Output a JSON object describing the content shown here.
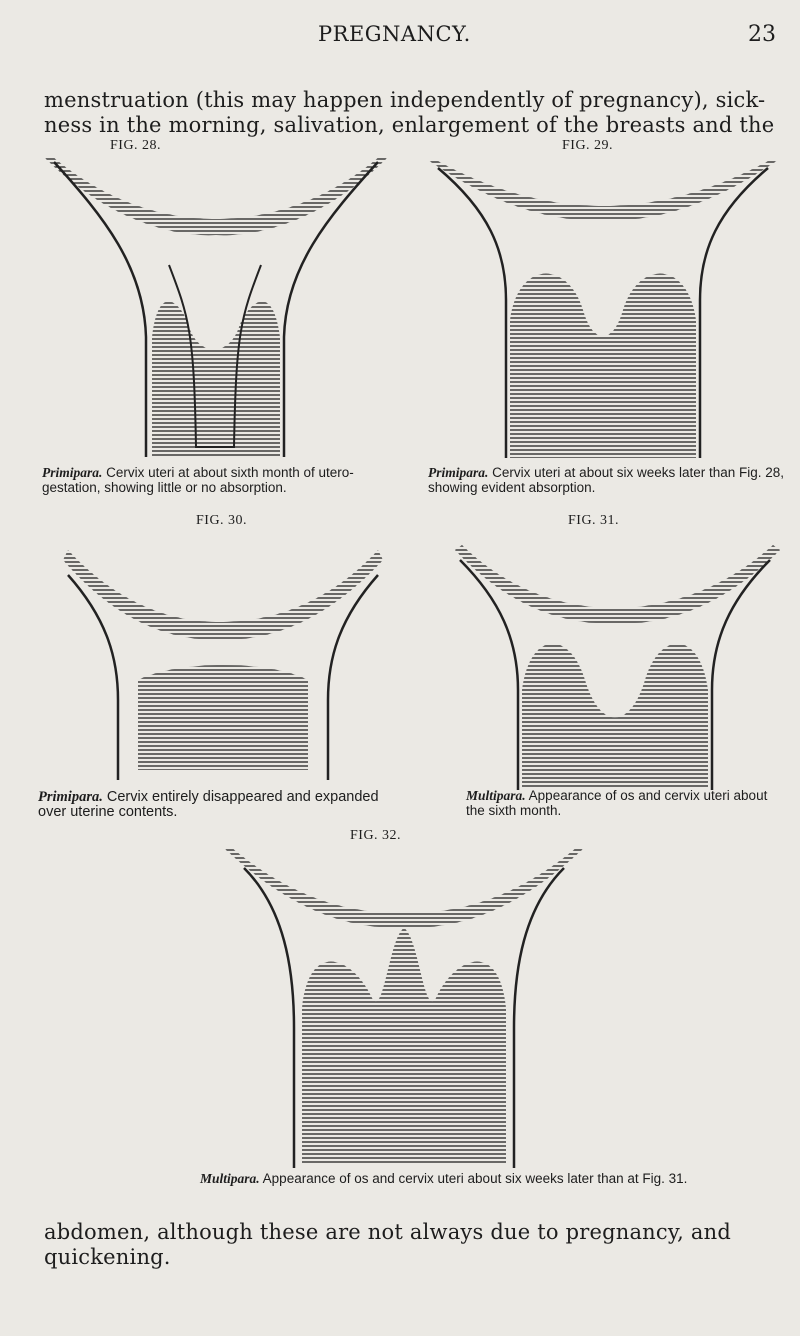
{
  "header": {
    "running_title": "PREGNANCY.",
    "page_number": "23"
  },
  "body_text": {
    "line1": "menstruation (this may happen independently of pregnancy), sick-",
    "line2": "ness in the morning, salivation, enlargement of the breasts and the",
    "line3": "abdomen, although these are not always due to pregnancy, and",
    "line4": "quickening."
  },
  "figures": [
    {
      "label": "FIG. 28.",
      "caption_italic": "Primipara.",
      "caption_rest": "Cervix uteri at about sixth month of utero-gestation, showing little or no absorption."
    },
    {
      "label": "FIG. 29.",
      "caption_italic": "Primipara.",
      "caption_rest": "Cervix uteri at about six weeks later than Fig. 28, showing evident absorption."
    },
    {
      "label": "FIG. 30.",
      "caption_italic": "Primipara.",
      "caption_rest": "Cervix entirely disappeared and expanded over uterine contents."
    },
    {
      "label": "FIG. 31.",
      "caption_italic": "Multipara.",
      "caption_rest": "Appearance of os and cervix uteri about the sixth month."
    },
    {
      "label": "FIG. 32.",
      "caption_italic": "Multipara.",
      "caption_rest": "Appearance of os and cervix uteri about six weeks later than at Fig. 31."
    }
  ]
}
